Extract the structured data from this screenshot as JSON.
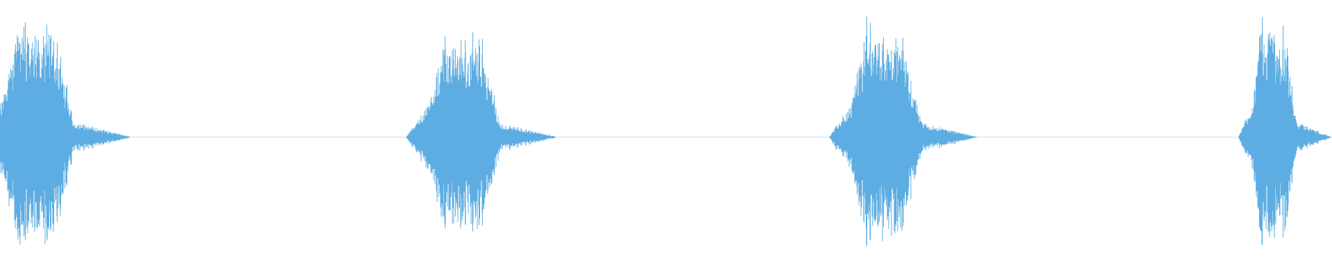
{
  "waveform": {
    "color": "#5dade2",
    "background": "#ffffff",
    "bursts": [
      {
        "peak_amplitude": 1.0,
        "width_ms": 200,
        "clipped_start": true
      },
      {
        "peak_amplitude": 0.9,
        "width_ms": 200,
        "clipped_start": false
      },
      {
        "peak_amplitude": 0.95,
        "width_ms": 200,
        "clipped_start": false
      },
      {
        "peak_amplitude": 1.0,
        "width_ms": 200,
        "clipped_end": true
      }
    ]
  }
}
